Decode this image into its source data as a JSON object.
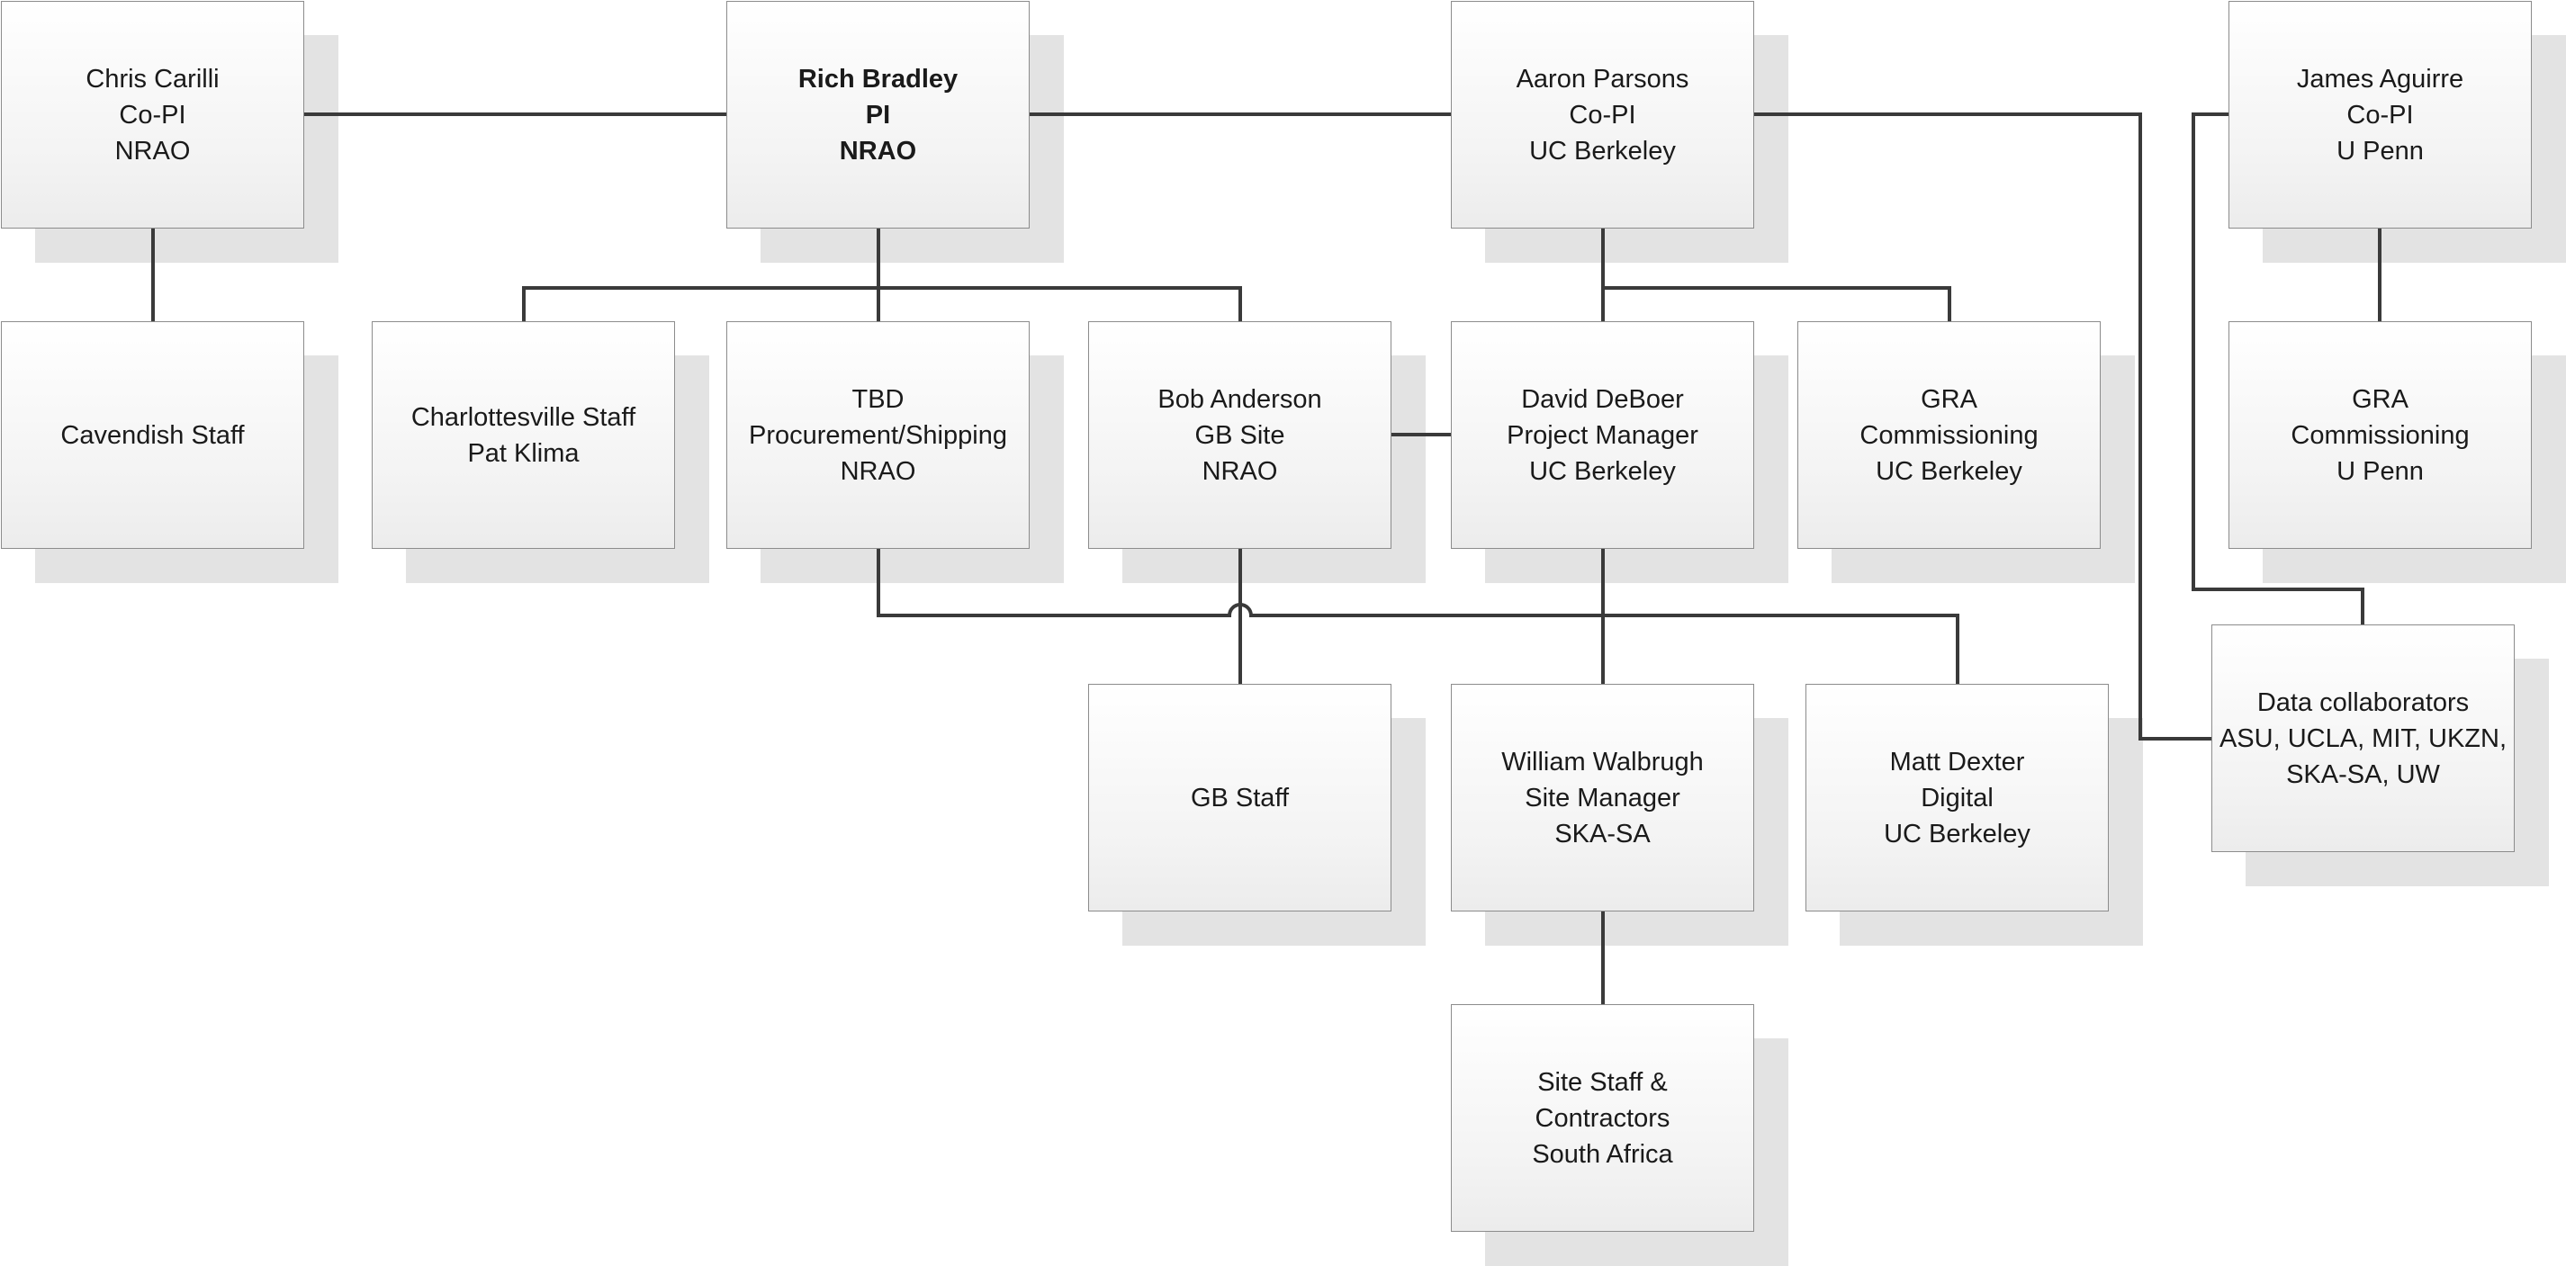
{
  "nodes": [
    {
      "id": "carilli",
      "lines": [
        "Chris Carilli",
        "Co-PI",
        "NRAO"
      ],
      "bold": false
    },
    {
      "id": "bradley",
      "lines": [
        "Rich Bradley",
        "PI",
        "NRAO"
      ],
      "bold": true
    },
    {
      "id": "parsons",
      "lines": [
        "Aaron Parsons",
        "Co-PI",
        "UC Berkeley"
      ],
      "bold": false
    },
    {
      "id": "aguirre",
      "lines": [
        "James Aguirre",
        "Co-PI",
        "U Penn"
      ],
      "bold": false
    },
    {
      "id": "cavendish",
      "lines": [
        "Cavendish Staff"
      ],
      "bold": false
    },
    {
      "id": "charlottesville",
      "lines": [
        "Charlottesville Staff",
        "Pat Klima"
      ],
      "bold": false
    },
    {
      "id": "tbd",
      "lines": [
        "TBD",
        "Procurement/Shipping",
        "NRAO"
      ],
      "bold": false
    },
    {
      "id": "anderson",
      "lines": [
        "Bob Anderson",
        "GB Site",
        "NRAO"
      ],
      "bold": false
    },
    {
      "id": "deboer",
      "lines": [
        "David DeBoer",
        "Project Manager",
        "UC Berkeley"
      ],
      "bold": false
    },
    {
      "id": "gra-berkeley",
      "lines": [
        "GRA",
        "Commissioning",
        "UC Berkeley"
      ],
      "bold": false
    },
    {
      "id": "gra-penn",
      "lines": [
        "GRA",
        "Commissioning",
        "U Penn"
      ],
      "bold": false
    },
    {
      "id": "collaborators",
      "lines": [
        "Data collaborators",
        "ASU, UCLA, MIT, UKZN,",
        "SKA-SA, UW"
      ],
      "bold": false
    },
    {
      "id": "gb-staff",
      "lines": [
        "GB Staff"
      ],
      "bold": false
    },
    {
      "id": "walbrugh",
      "lines": [
        "William Walbrugh",
        "Site Manager",
        "SKA-SA"
      ],
      "bold": false
    },
    {
      "id": "dexter",
      "lines": [
        "Matt Dexter",
        "Digital",
        "UC Berkeley"
      ],
      "bold": false
    },
    {
      "id": "site-staff",
      "lines": [
        "Site Staff &",
        "Contractors",
        "South Africa"
      ],
      "bold": false
    }
  ]
}
